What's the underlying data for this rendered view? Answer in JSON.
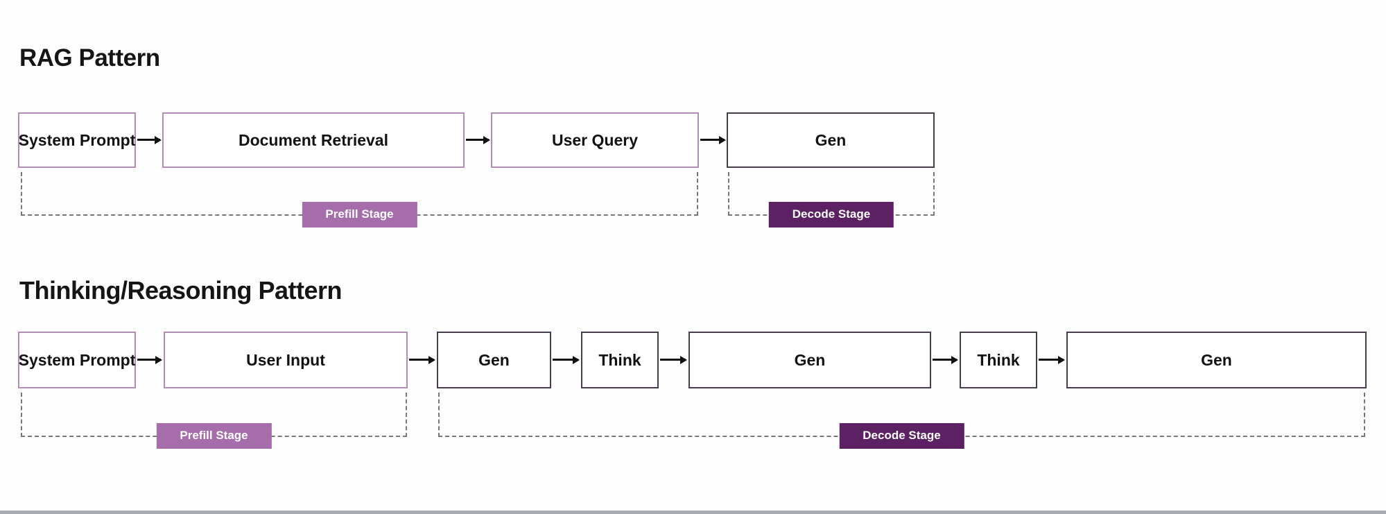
{
  "sections": [
    {
      "title": "RAG Pattern",
      "boxes": [
        {
          "label": "System Prompt"
        },
        {
          "label": "Document Retrieval"
        },
        {
          "label": "User Query"
        },
        {
          "label": "Gen"
        }
      ],
      "prefill_label": "Prefill Stage",
      "decode_label": "Decode Stage"
    },
    {
      "title": "Thinking/Reasoning Pattern",
      "boxes": [
        {
          "label": "System Prompt"
        },
        {
          "label": "User Input"
        },
        {
          "label": "Gen"
        },
        {
          "label": "Think"
        },
        {
          "label": "Gen"
        },
        {
          "label": "Think"
        },
        {
          "label": "Gen"
        }
      ],
      "prefill_label": "Prefill Stage",
      "decode_label": "Decode Stage"
    }
  ],
  "colors": {
    "prefill_badge": "#a66dab",
    "decode_badge": "#5c2162",
    "light_box_border": "#b18fb4",
    "dark_box_border": "#463c4c",
    "dashed_line": "#787878",
    "arrow": "#111111",
    "bottom_bar": "#a9adb2"
  }
}
